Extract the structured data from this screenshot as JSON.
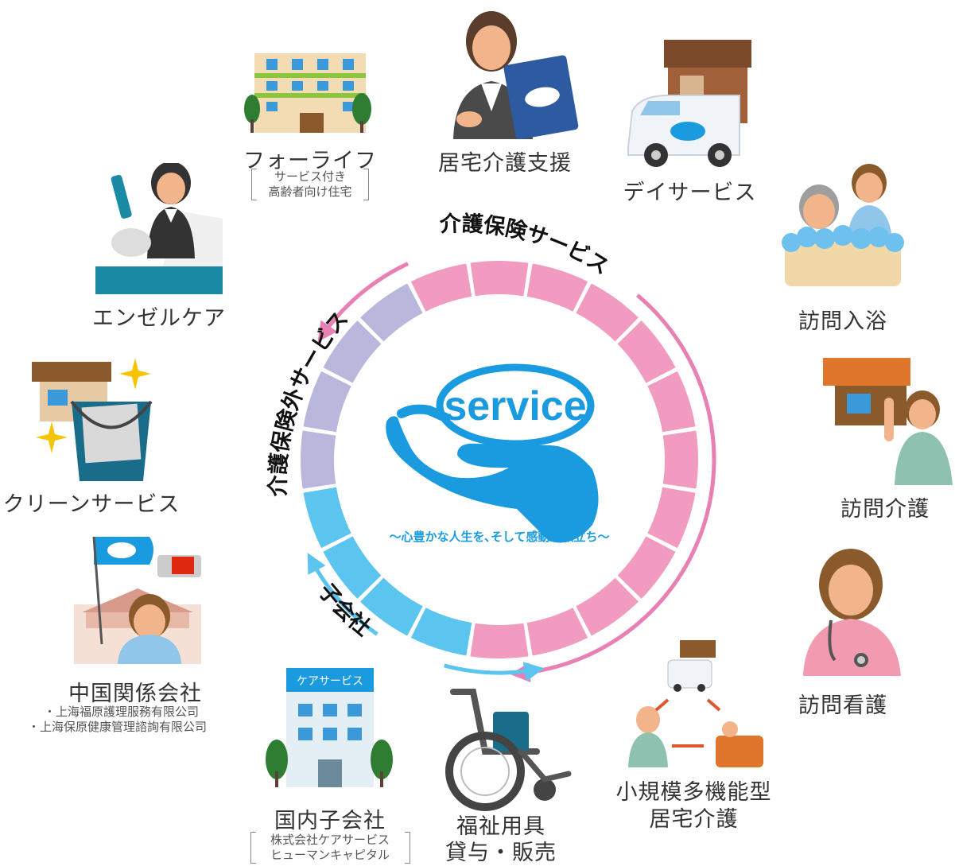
{
  "center": {
    "logo_text": "service",
    "tagline": "〜心豊かな人生を､そして感動の旅立ち〜"
  },
  "ring_labels": {
    "care_insurance": "介護保険サービス",
    "non_insurance": "介護保険外サービス",
    "subsidiary": "子会社"
  },
  "services": {
    "forelife": {
      "title": "フォーライフ",
      "sub": [
        "サービス付き",
        "高齢者向け住宅"
      ]
    },
    "home_care_support": {
      "title": "居宅介護支援"
    },
    "day_service": {
      "title": "デイサービス"
    },
    "visit_bathing": {
      "title": "訪問入浴"
    },
    "visit_care": {
      "title": "訪問介護"
    },
    "visit_nursing": {
      "title": "訪問看護"
    },
    "small_multi": {
      "title": [
        "小規模多機能型",
        "居宅介護"
      ]
    },
    "welfare_equipment": {
      "title": [
        "福祉用具",
        "貸与・販売"
      ]
    },
    "domestic_sub": {
      "title": "国内子会社",
      "sign": "ケアサービス",
      "sub": [
        "株式会社ケアサービス",
        "ヒューマンキャピタル"
      ]
    },
    "china": {
      "title": "中国関係会社",
      "sub": [
        "・上海福原護理服務有限公司",
        "・上海保原健康管理諮詢有限公司"
      ]
    },
    "clean_service": {
      "title": "クリーンサービス"
    },
    "angel_care": {
      "title": "エンゼルケア"
    }
  },
  "colors": {
    "pink": "#f29bc1",
    "pink_arrow": "#e980b3",
    "lavender": "#b9b7db",
    "sky": "#5bc4ef",
    "logo_blue": "#1a9be0"
  }
}
